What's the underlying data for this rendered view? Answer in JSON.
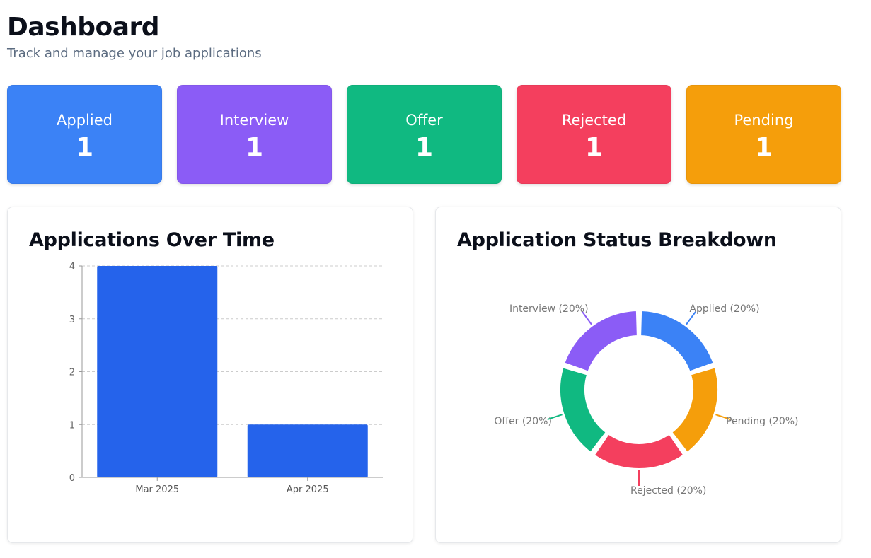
{
  "header": {
    "title": "Dashboard",
    "subtitle": "Track and manage your job applications"
  },
  "stats": [
    {
      "label": "Applied",
      "value": "1",
      "color": "#3b82f6"
    },
    {
      "label": "Interview",
      "value": "1",
      "color": "#8b5cf6"
    },
    {
      "label": "Offer",
      "value": "1",
      "color": "#10b981"
    },
    {
      "label": "Rejected",
      "value": "1",
      "color": "#f43f5e"
    },
    {
      "label": "Pending",
      "value": "1",
      "color": "#f59e0b"
    }
  ],
  "panels": {
    "bar_title": "Applications Over Time",
    "pie_title": "Application Status Breakdown"
  },
  "chart_data": [
    {
      "type": "bar",
      "title": "Applications Over Time",
      "categories": [
        "Mar 2025",
        "Apr 2025"
      ],
      "values": [
        4,
        1
      ],
      "ylim": [
        0,
        4
      ],
      "yticks": [
        0,
        1,
        2,
        3,
        4
      ],
      "grid": true,
      "bar_color": "#2563eb",
      "xlabel": "",
      "ylabel": ""
    },
    {
      "type": "pie",
      "title": "Application Status Breakdown",
      "donut": true,
      "slices": [
        {
          "label": "Applied (20%)",
          "value": 20,
          "color": "#3b82f6"
        },
        {
          "label": "Pending (20%)",
          "value": 20,
          "color": "#f59e0b"
        },
        {
          "label": "Rejected (20%)",
          "value": 20,
          "color": "#f43f5e"
        },
        {
          "label": "Offer (20%)",
          "value": 20,
          "color": "#10b981"
        },
        {
          "label": "Interview (20%)",
          "value": 20,
          "color": "#8b5cf6"
        }
      ]
    }
  ]
}
